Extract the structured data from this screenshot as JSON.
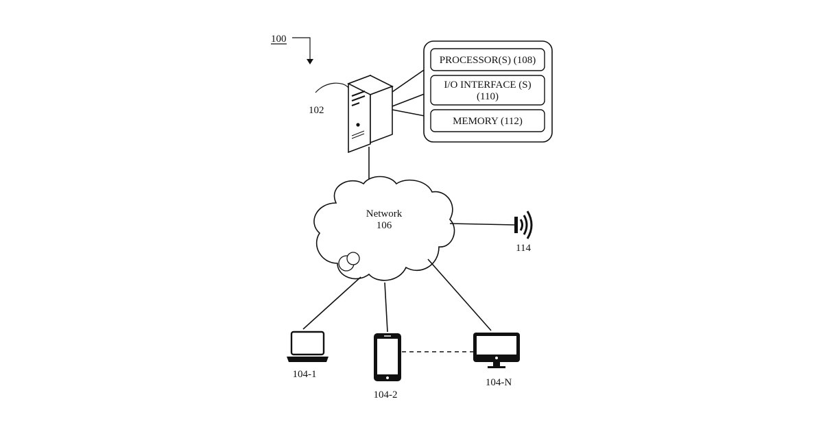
{
  "figure": {
    "ref_label": "100",
    "server": {
      "ref": "102"
    },
    "components": [
      {
        "label": "PROCESSOR(S) (108)"
      },
      {
        "label_line1": "I/O INTERFACE (S)",
        "label_line2": "(110)"
      },
      {
        "label": "MEMORY (112)"
      }
    ],
    "network": {
      "label": "Network",
      "ref": "106"
    },
    "sensor": {
      "ref": "114"
    },
    "devices": [
      {
        "ref": "104-1",
        "icon": "laptop-icon"
      },
      {
        "ref": "104-2",
        "icon": "smartphone-icon"
      },
      {
        "ref": "104-N",
        "icon": "desktop-monitor-icon"
      }
    ]
  }
}
